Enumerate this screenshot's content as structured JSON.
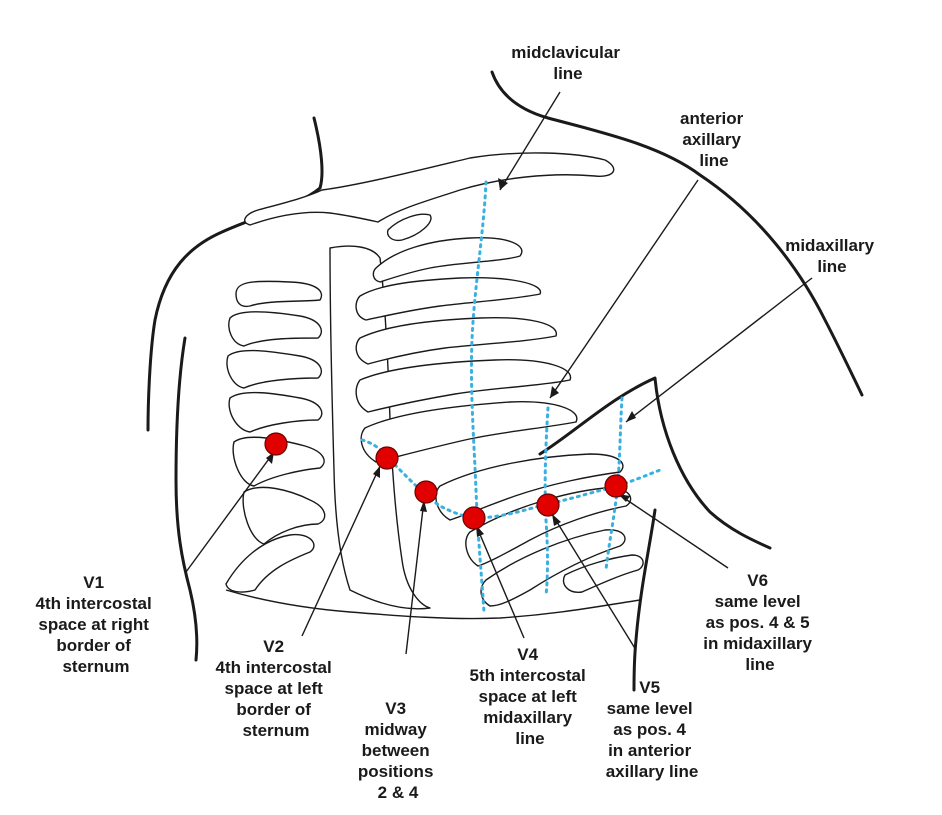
{
  "diagram": {
    "reference_lines": {
      "midclavicular": [
        "midclavicular",
        "line"
      ],
      "anterior_axillary": [
        "anterior",
        "axillary",
        "line"
      ],
      "midaxillary": [
        "midaxillary",
        "line"
      ]
    },
    "electrodes": [
      {
        "id": "V1",
        "name": "V1",
        "description": [
          "4th intercostal",
          "space at right",
          "border of",
          "sternum"
        ]
      },
      {
        "id": "V2",
        "name": "V2",
        "description": [
          "4th intercostal",
          "space at left",
          "border of",
          "sternum"
        ]
      },
      {
        "id": "V3",
        "name": "V3",
        "description": [
          "midway",
          "between",
          "positions",
          "2 & 4"
        ]
      },
      {
        "id": "V4",
        "name": "V4",
        "description": [
          "5th intercostal",
          "space at left",
          "midaxillary",
          "line"
        ]
      },
      {
        "id": "V5",
        "name": "V5",
        "description": [
          "same level",
          "as pos. 4",
          "in anterior",
          "axillary line"
        ]
      },
      {
        "id": "V6",
        "name": "V6",
        "description": [
          "same level",
          "as pos. 4 & 5",
          "in midaxillary",
          "line"
        ]
      }
    ],
    "colors": {
      "electrode": "#e00000",
      "reference_line": "#3ab0e0",
      "outline": "#1a1a1a"
    }
  }
}
